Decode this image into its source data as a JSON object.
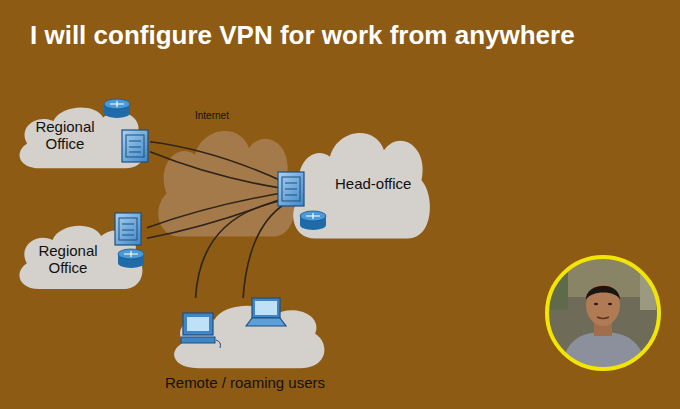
{
  "diagram": {
    "title": "I will configure VPN for work from anywhere",
    "nodes": [
      {
        "text": [
          "Regional Office"
        ]
      },
      {
        "text": [
          "Internet"
        ]
      },
      {
        "text": [
          "Head-office"
        ]
      },
      {
        "text": [
          "Regional Office"
        ]
      },
      {
        "text": [
          "Remote / roaming users"
        ]
      }
    ],
    "edges": [
      {
        "from": 0,
        "to": 2,
        "arrow": "none"
      },
      {
        "from": 0,
        "to": 2,
        "arrow": "none"
      },
      {
        "from": 3,
        "to": 2,
        "arrow": "none"
      },
      {
        "from": 3,
        "to": 2,
        "arrow": "none"
      },
      {
        "from": 4,
        "to": 2,
        "arrow": "none"
      },
      {
        "from": 4,
        "to": 2,
        "arrow": "none"
      }
    ]
  }
}
